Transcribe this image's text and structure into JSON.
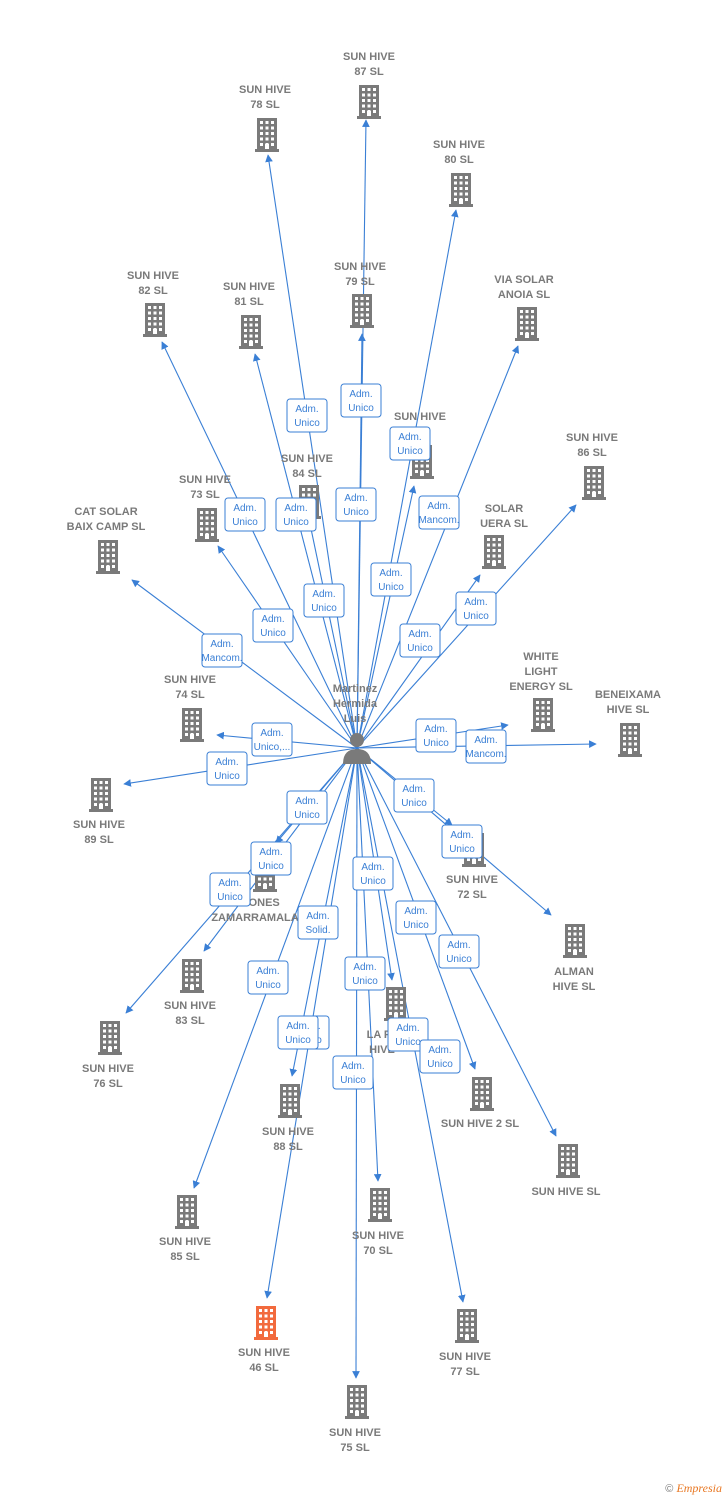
{
  "colors": {
    "edge": "#3a7fd5",
    "node": "#7a7a7a",
    "highlight": "#f26a3d",
    "label": "#7a7a7a"
  },
  "person": {
    "lines": [
      "Martinez",
      "Hermida",
      "Luis"
    ],
    "icon": "person-icon"
  },
  "companies": [
    {
      "id": "c87",
      "lines": [
        "SUN HIVE",
        "87  SL"
      ]
    },
    {
      "id": "c78",
      "lines": [
        "SUN HIVE",
        "78  SL"
      ]
    },
    {
      "id": "c80",
      "lines": [
        "SUN HIVE",
        "80  SL"
      ]
    },
    {
      "id": "c82",
      "lines": [
        "SUN HIVE",
        "82  SL"
      ]
    },
    {
      "id": "c81",
      "lines": [
        "SUN HIVE",
        "81  SL"
      ]
    },
    {
      "id": "c79",
      "lines": [
        "SUN HIVE",
        "79  SL"
      ]
    },
    {
      "id": "cvia",
      "lines": [
        "VIA SOLAR",
        "ANOIA  SL"
      ]
    },
    {
      "id": "cu1",
      "lines": [
        "SUN HIVE",
        ""
      ]
    },
    {
      "id": "c84",
      "lines": [
        "SUN HIVE",
        "84  SL"
      ]
    },
    {
      "id": "c86",
      "lines": [
        "SUN HIVE",
        "86  SL"
      ]
    },
    {
      "id": "c73",
      "lines": [
        "SUN HIVE",
        "73  SL"
      ]
    },
    {
      "id": "ccat",
      "lines": [
        "CAT SOLAR",
        "BAIX CAMP  SL"
      ]
    },
    {
      "id": "csolar",
      "lines": [
        "SOLAR",
        "UERA  SL"
      ]
    },
    {
      "id": "cwhite",
      "lines": [
        "WHITE",
        "LIGHT",
        "ENERGY  SL"
      ]
    },
    {
      "id": "cbenei",
      "lines": [
        "BENEIXAMA",
        "HIVE  SL"
      ]
    },
    {
      "id": "c74",
      "lines": [
        "SUN HIVE",
        "74  SL"
      ]
    },
    {
      "id": "c89",
      "lines": [
        "SUN HIVE",
        "89  SL"
      ]
    },
    {
      "id": "c72",
      "lines": [
        "SUN HIVE",
        "72  SL"
      ]
    },
    {
      "id": "cinv",
      "lines": [
        "RSIONES",
        "ZAMARRAMALA"
      ]
    },
    {
      "id": "calman",
      "lines": [
        "ALMAN",
        "HIVE  SL"
      ]
    },
    {
      "id": "c83",
      "lines": [
        "SUN HIVE",
        "83  SL"
      ]
    },
    {
      "id": "clafl",
      "lines": [
        "LA FL",
        "HIVE"
      ]
    },
    {
      "id": "c76",
      "lines": [
        "SUN HIVE",
        "76  SL"
      ]
    },
    {
      "id": "c2",
      "lines": [
        "SUN HIVE 2  SL"
      ]
    },
    {
      "id": "c88",
      "lines": [
        "SUN HIVE",
        "88  SL"
      ]
    },
    {
      "id": "csun",
      "lines": [
        "SUN HIVE  SL"
      ]
    },
    {
      "id": "c85",
      "lines": [
        "SUN HIVE",
        "85  SL"
      ]
    },
    {
      "id": "c70",
      "lines": [
        "SUN HIVE",
        "70  SL"
      ]
    },
    {
      "id": "c46",
      "lines": [
        "SUN HIVE",
        "46  SL"
      ],
      "highlight": true
    },
    {
      "id": "c77",
      "lines": [
        "SUN HIVE",
        "77  SL"
      ]
    },
    {
      "id": "c75",
      "lines": [
        "SUN HIVE",
        "75  SL"
      ]
    }
  ],
  "relations": [
    {
      "lines": [
        "Adm.",
        "Unico"
      ]
    },
    {
      "lines": [
        "Adm.",
        "Unico"
      ]
    },
    {
      "lines": [
        "Adm.",
        "Unico"
      ]
    },
    {
      "lines": [
        "Adm.",
        "Unico"
      ]
    },
    {
      "lines": [
        "Adm.",
        "Unico"
      ]
    },
    {
      "lines": [
        "Adm.",
        "Unico"
      ]
    },
    {
      "lines": [
        "Adm.",
        "Mancom."
      ]
    },
    {
      "lines": [
        "Adm.",
        "Unico"
      ]
    },
    {
      "lines": [
        "Adm.",
        "Unico"
      ]
    },
    {
      "lines": [
        "Adm.",
        "Unico"
      ]
    },
    {
      "lines": [
        "Adm.",
        "Unico"
      ]
    },
    {
      "lines": [
        "Adm.",
        "Mancom."
      ]
    },
    {
      "lines": [
        "Adm.",
        "Unico"
      ]
    },
    {
      "lines": [
        "Adm.",
        "Unico"
      ]
    },
    {
      "lines": [
        "Adm.",
        "Mancom."
      ]
    },
    {
      "lines": [
        "Adm.",
        "Unico,..."
      ]
    },
    {
      "lines": [
        "Adm.",
        "Unico"
      ]
    },
    {
      "lines": [
        "Adm.",
        "Unico"
      ]
    },
    {
      "lines": [
        "Adm.",
        "Unico"
      ]
    },
    {
      "lines": [
        "Adm.",
        "Unico"
      ]
    },
    {
      "lines": [
        "Adm.",
        "Unico"
      ]
    },
    {
      "lines": [
        "Adm.",
        "Unico"
      ]
    },
    {
      "lines": [
        "Adm.",
        "Unico"
      ]
    },
    {
      "lines": [
        "Adm.",
        "Solid."
      ]
    },
    {
      "lines": [
        "Adm.",
        "Unico"
      ]
    },
    {
      "lines": [
        "Adm.",
        "Unico"
      ]
    },
    {
      "lines": [
        "Adm.",
        "Unico"
      ]
    },
    {
      "lines": [
        "Adm.",
        "Unico"
      ]
    },
    {
      "lines": [
        "Adm.",
        "Unico"
      ]
    },
    {
      "lines": [
        "Adm.",
        "Unico"
      ]
    },
    {
      "lines": [
        "Adm.",
        "Unico"
      ]
    },
    {
      "lines": [
        "Adm.",
        "Unico"
      ]
    },
    {
      "lines": [
        "Adm.",
        "Unico"
      ]
    }
  ],
  "footer": {
    "copyright": "©",
    "brand": "Empresia"
  }
}
